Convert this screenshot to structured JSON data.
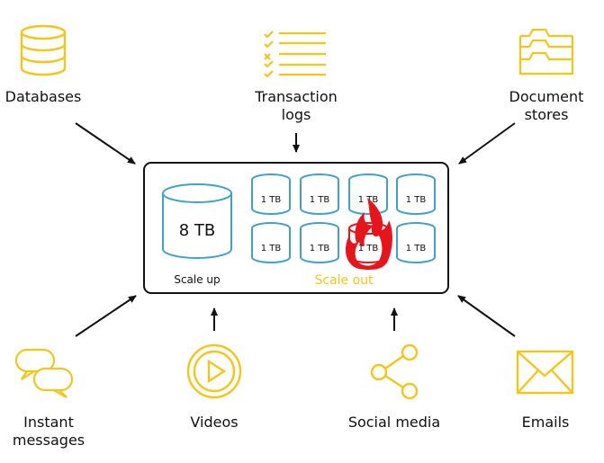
{
  "sources": {
    "databases": "Databases",
    "transaction_logs_line1": "Transaction",
    "transaction_logs_line2": "logs",
    "document_stores_line1": "Document",
    "document_stores_line2": "stores",
    "instant_messages_line1": "Instant",
    "instant_messages_line2": "messages",
    "videos": "Videos",
    "social_media": "Social media",
    "emails": "Emails"
  },
  "storage": {
    "scale_up_capacity": "8 TB",
    "scale_up_label": "Scale up",
    "scale_out_label": "Scale out",
    "node_capacity": "1 TB",
    "node_count": 8,
    "failed_node_index": 6
  },
  "colors": {
    "icon_yellow": "#F5C518",
    "cylinder_blue": "#3FA3C9",
    "failure_red": "#E8141B",
    "scale_out_text": "#F5C518",
    "arrow": "#111111"
  },
  "icons": {
    "databases": "database-icon",
    "transaction_logs": "checklist-icon",
    "document_stores": "folders-icon",
    "instant_messages": "chat-bubbles-icon",
    "videos": "play-icon",
    "social_media": "share-icon",
    "emails": "envelope-icon",
    "failed_node": "flame-icon"
  }
}
